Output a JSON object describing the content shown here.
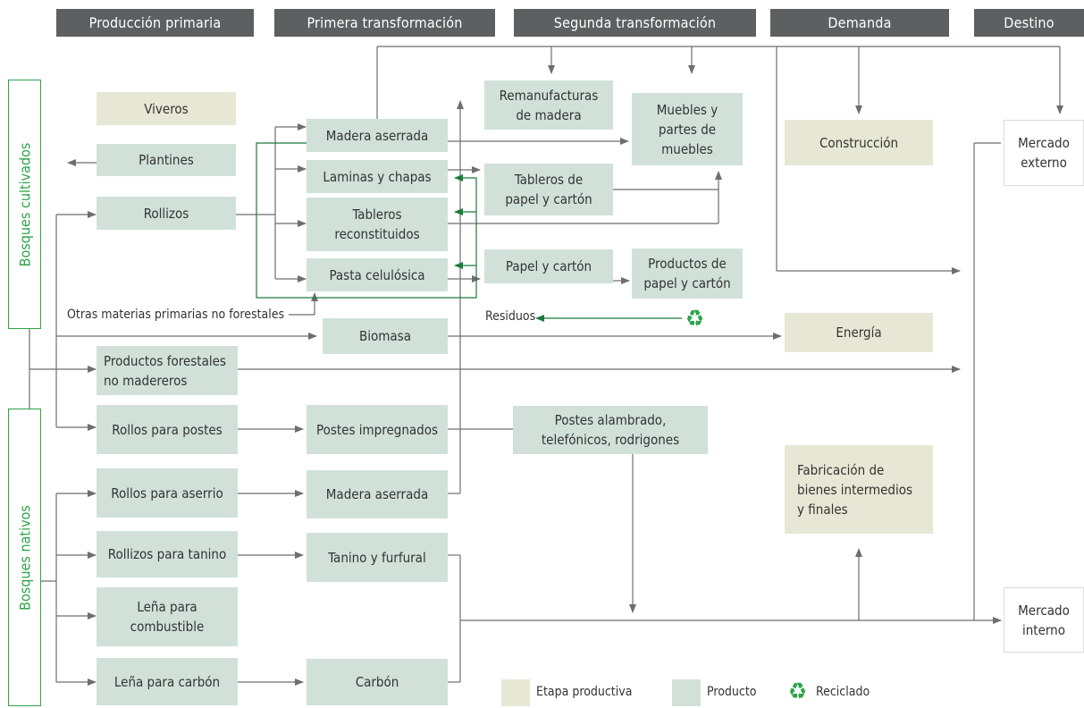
{
  "headers": {
    "primaria": "Producción primaria",
    "primera": "Primera transformación",
    "segunda": "Segunda transformación",
    "demanda": "Demanda",
    "destino": "Destino"
  },
  "sides": {
    "cultivados": "Bosques cultivados",
    "nativos": "Bosques nativos"
  },
  "primaria": {
    "viveros": "Viveros",
    "plantines": "Plantines",
    "rollizos": "Rollizos",
    "pfnm": "Productos forestales\nno madereros",
    "rollos_postes": "Rollos para postes",
    "rollos_aserrio": "Rollos para aserrio",
    "rollizos_tanino": "Rollizos para tanino",
    "lena_combustible": "Leña para\ncombustible",
    "lena_carbon": "Leña para carbón"
  },
  "primera": {
    "madera_aserrada": "Madera aserrada",
    "laminas": "Laminas y chapas",
    "tableros_rec": "Tableros\nreconstituidos",
    "pasta": "Pasta celulósica",
    "biomasa": "Biomasa",
    "postes_impregnados": "Postes impregnados",
    "madera_aserrada_2": "Madera aserrada",
    "tanino": "Tanino y furfural",
    "carbon": "Carbón"
  },
  "segunda": {
    "remanufacturas": "Remanufacturas\nde madera",
    "muebles": "Muebles y\npartes de\nmuebles",
    "tableros_papel": "Tableros de\npapel y cartón",
    "papel_carton": "Papel y cartón",
    "productos_papel": "Productos de\npapel y cartón",
    "postes_alambrado": "Postes alambrado,\ntelefónicos, rodrigones"
  },
  "demanda": {
    "construccion": "Construcción",
    "energia": "Energía",
    "fabricacion": "Fabricación de\nbienes  intermedios\ny finales"
  },
  "destino": {
    "externo": "Mercado\nexterno",
    "interno": "Mercado\ninterno"
  },
  "labels": {
    "otras": "Otras materias primarias no forestales",
    "residuos": "Residuos"
  },
  "legend": {
    "etapa": "Etapa productiva",
    "producto": "Producto",
    "reciclado": "Reciclado"
  },
  "colors": {
    "header": "#5d5f61",
    "producto": "#d1e1da",
    "etapa": "#e6e8d5",
    "recycle": "#2ea34a",
    "arrow": "#6e6e6e"
  },
  "icons": {
    "recycle": "recycle-icon"
  }
}
